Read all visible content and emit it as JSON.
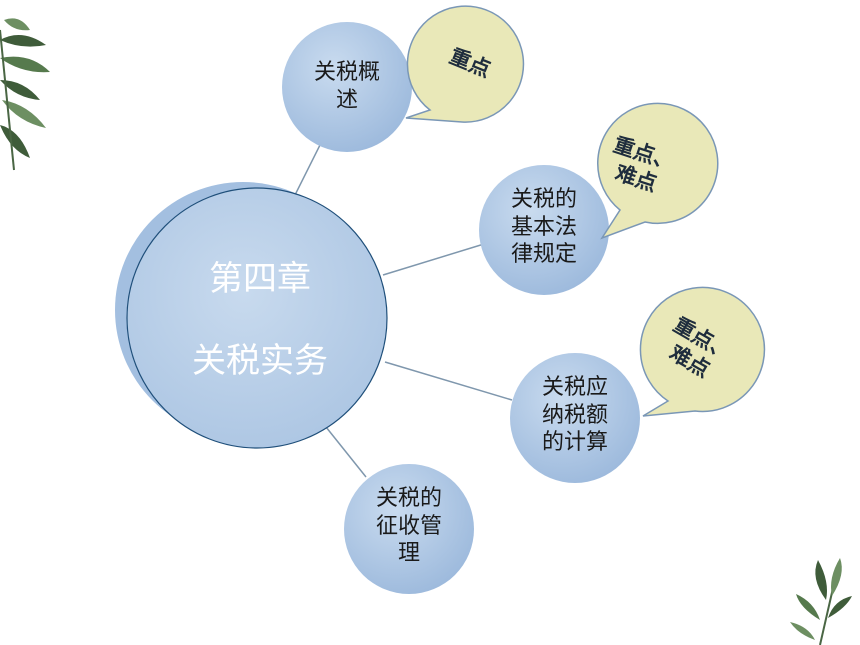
{
  "center": {
    "line1": "第四章",
    "line2": "关税实务"
  },
  "topics": [
    {
      "lines": [
        "关税概",
        "述"
      ]
    },
    {
      "lines": [
        "关税的",
        "基本法",
        "律规定"
      ]
    },
    {
      "lines": [
        "关税应",
        "纳税额",
        "的计算"
      ]
    },
    {
      "lines": [
        "关税的",
        "征收管",
        "理"
      ]
    }
  ],
  "callouts": [
    {
      "lines": [
        "重点"
      ]
    },
    {
      "lines": [
        "重点、",
        "难点"
      ]
    },
    {
      "lines": [
        "重点、",
        "难点"
      ]
    }
  ],
  "colors": {
    "node_fill": "#a9c3e2",
    "center_fill": "#b9cfe6",
    "callout_fill": "#e9e8b8",
    "callout_stroke": "#7a97b6",
    "connector": "#7f97ad",
    "leaf": "#3f5c3a"
  },
  "icons": [
    "bamboo-leaves-top-left-icon",
    "bamboo-leaves-bottom-right-icon"
  ]
}
